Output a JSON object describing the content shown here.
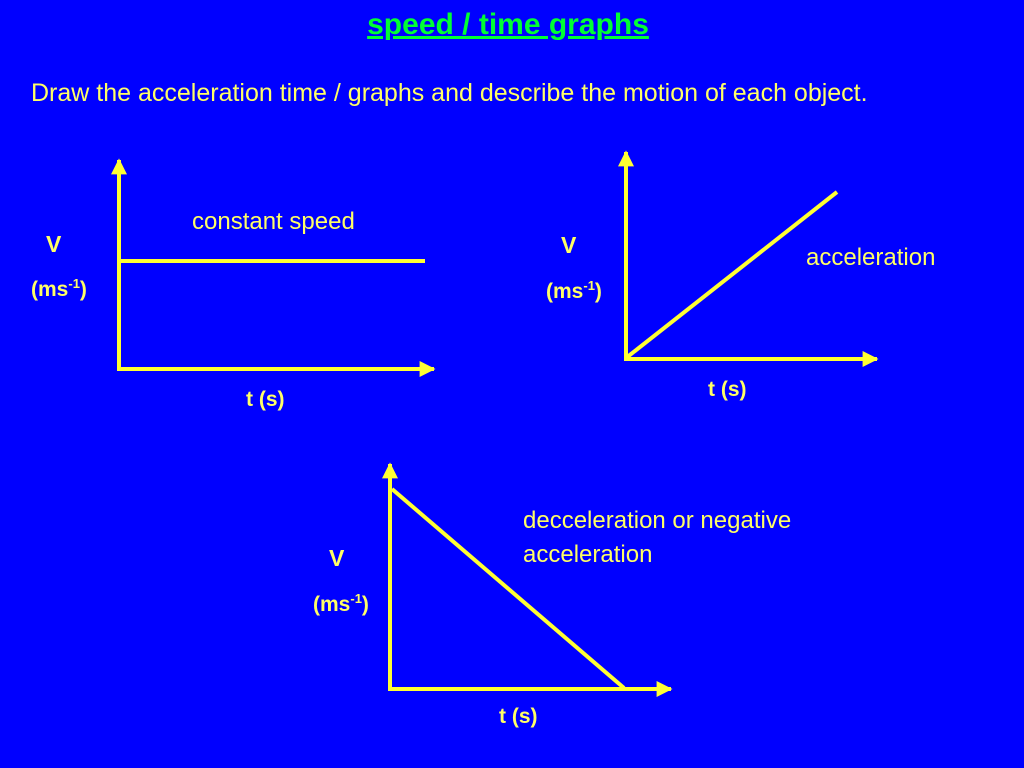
{
  "slide": {
    "title": "speed / time graphs",
    "instruction": "Draw the acceleration time / graphs and describe the motion of each object."
  },
  "colors": {
    "background": "#0000ff",
    "title": "#00ff33",
    "text": "#ffff66",
    "lines": "#ffff33"
  },
  "graphs": [
    {
      "y_symbol": "V",
      "y_unit_base": "(ms",
      "y_unit_exp": "-1",
      "y_unit_close": ")",
      "x_label": "t (s)",
      "caption": "constant speed"
    },
    {
      "y_symbol": "V",
      "y_unit_base": "(ms",
      "y_unit_exp": "-1",
      "y_unit_close": ")",
      "x_label": "t (s)",
      "caption": "acceleration"
    },
    {
      "y_symbol": "V",
      "y_unit_base": "(ms",
      "y_unit_exp": "-1",
      "y_unit_close": ")",
      "x_label": "t (s)",
      "caption_line1": "decceleration or negative",
      "caption_line2": "acceleration"
    }
  ]
}
